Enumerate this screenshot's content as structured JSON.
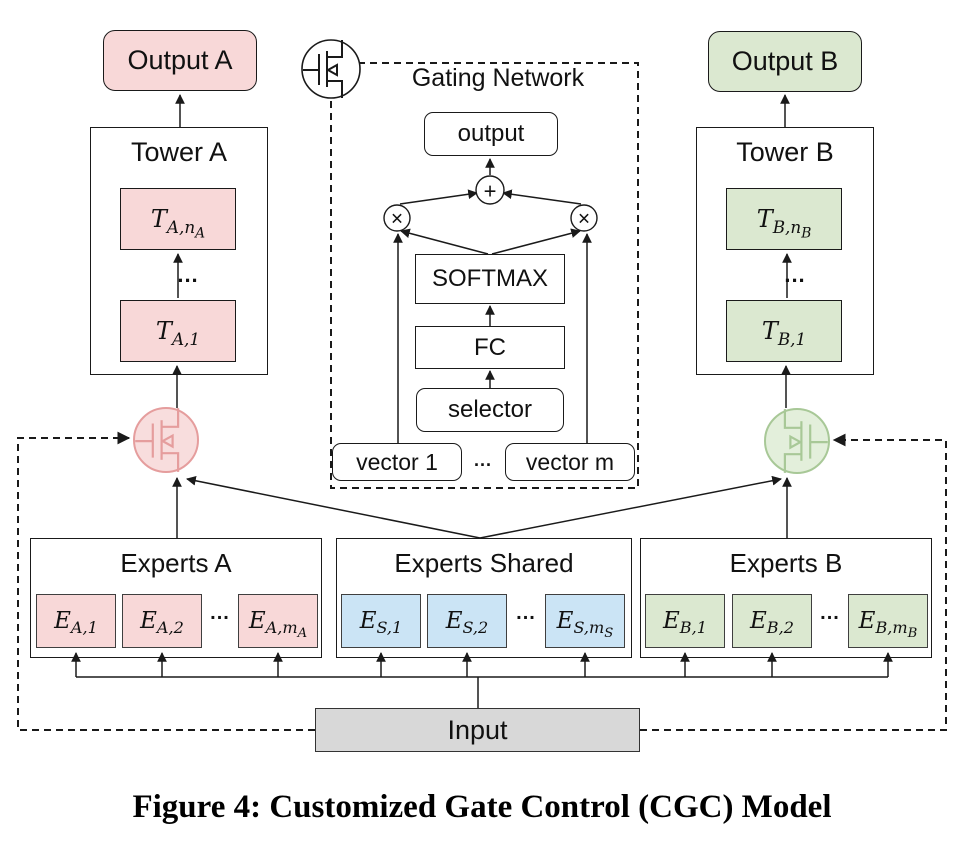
{
  "figure": {
    "caption": "Figure 4: Customized Gate Control (CGC) Model"
  },
  "colors": {
    "line": "#1a1a1a",
    "pink": "#f8d8d8",
    "green": "#dbe8d0",
    "blue": "#cbe4f5",
    "gray": "#d8d8d8",
    "gatePinkStroke": "#e59d9d",
    "gatePinkFill": "#f8dddd",
    "gateGreenStroke": "#a8c897",
    "gateGreenFill": "#e3efdb"
  },
  "outputs": {
    "a": "Output A",
    "b": "Output B"
  },
  "towers": {
    "a": {
      "title": "Tower A",
      "top": {
        "base": "T",
        "sub": "A,n",
        "subsub": "A"
      },
      "bottom": {
        "base": "T",
        "sub": "A,1",
        "subsub": ""
      }
    },
    "b": {
      "title": "Tower B",
      "top": {
        "base": "T",
        "sub": "B,n",
        "subsub": "B"
      },
      "bottom": {
        "base": "T",
        "sub": "B,1",
        "subsub": ""
      }
    }
  },
  "gating": {
    "title": "Gating Network",
    "output": "output",
    "plus": "+",
    "times": "×",
    "softmax": "SOFTMAX",
    "fc": "FC",
    "selector": "selector",
    "vector1": "vector 1",
    "vectorm": "vector m"
  },
  "experts": {
    "a": {
      "title": "Experts A",
      "items": [
        {
          "base": "E",
          "sub": "A,1",
          "subsub": ""
        },
        {
          "base": "E",
          "sub": "A,2",
          "subsub": ""
        },
        {
          "base": "E",
          "sub": "A,m",
          "subsub": "A"
        }
      ]
    },
    "shared": {
      "title": "Experts Shared",
      "items": [
        {
          "base": "E",
          "sub": "S,1",
          "subsub": ""
        },
        {
          "base": "E",
          "sub": "S,2",
          "subsub": ""
        },
        {
          "base": "E",
          "sub": "S,m",
          "subsub": "S"
        }
      ]
    },
    "b": {
      "title": "Experts B",
      "items": [
        {
          "base": "E",
          "sub": "B,1",
          "subsub": ""
        },
        {
          "base": "E",
          "sub": "B,2",
          "subsub": ""
        },
        {
          "base": "E",
          "sub": "B,m",
          "subsub": "B"
        }
      ]
    }
  },
  "input": {
    "label": "Input"
  },
  "dots": "..."
}
